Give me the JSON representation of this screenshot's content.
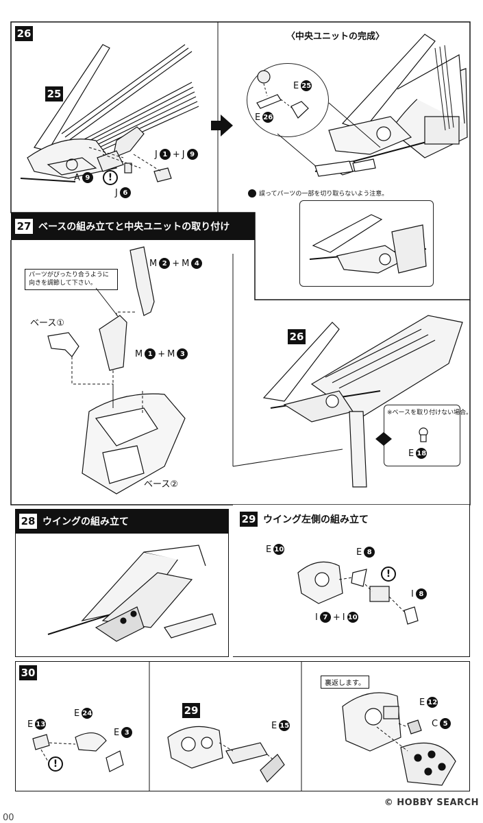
{
  "step26": {
    "number": "26",
    "ref_part": "25",
    "labels": {
      "a9": {
        "letter": "A",
        "num": "9"
      },
      "j1_j9": {
        "a_letter": "J",
        "a_num": "1",
        "plus": "+",
        "b_letter": "J",
        "b_num": "9"
      },
      "j6": {
        "letter": "J",
        "num": "6"
      },
      "e25": {
        "letter": "E",
        "num": "25"
      },
      "e26": {
        "letter": "E",
        "num": "26"
      }
    },
    "complete_title": "〈中央ユニットの完成〉",
    "caution_note": "誤ってパーツの一部を切り取らないよう注意。"
  },
  "step27": {
    "number": "27",
    "title": "ベースの組み立てと中央ユニットの取り付け",
    "hint_note": "パーツがぴったり合うように\n向きを調節して下さい。",
    "labels": {
      "m2_m4": {
        "a_letter": "M",
        "a_num": "2",
        "plus": "+",
        "b_letter": "M",
        "b_num": "4"
      },
      "m1_m3": {
        "a_letter": "M",
        "a_num": "1",
        "plus": "+",
        "b_letter": "M",
        "b_num": "3"
      },
      "base1": "ベース①",
      "base2": "ベース②",
      "ref26": "26",
      "e18": {
        "letter": "E",
        "num": "18"
      }
    },
    "no_base_note": "※ベースを取り付けない場合。"
  },
  "step28": {
    "number": "28",
    "title": "ウイングの組み立て"
  },
  "step29": {
    "number": "29",
    "title": "ウイング左側の組み立て",
    "labels": {
      "e10": {
        "letter": "E",
        "num": "10"
      },
      "e8": {
        "letter": "E",
        "num": "8"
      },
      "i8": {
        "letter": "I",
        "num": "8"
      },
      "i7_i10": {
        "a_letter": "I",
        "a_num": "7",
        "plus": "+",
        "b_letter": "I",
        "b_num": "10"
      }
    }
  },
  "step30": {
    "number": "30",
    "ref29": "29",
    "flip_note": "裏返します。",
    "labels": {
      "e13": {
        "letter": "E",
        "num": "13"
      },
      "e24": {
        "letter": "E",
        "num": "24"
      },
      "e3": {
        "letter": "E",
        "num": "3"
      },
      "e15": {
        "letter": "E",
        "num": "15"
      },
      "e12": {
        "letter": "E",
        "num": "12"
      },
      "c5": {
        "letter": "C",
        "num": "5"
      }
    }
  },
  "warning_mark": "!",
  "watermark": "© HOBBY SEARCH",
  "page_number": "00"
}
